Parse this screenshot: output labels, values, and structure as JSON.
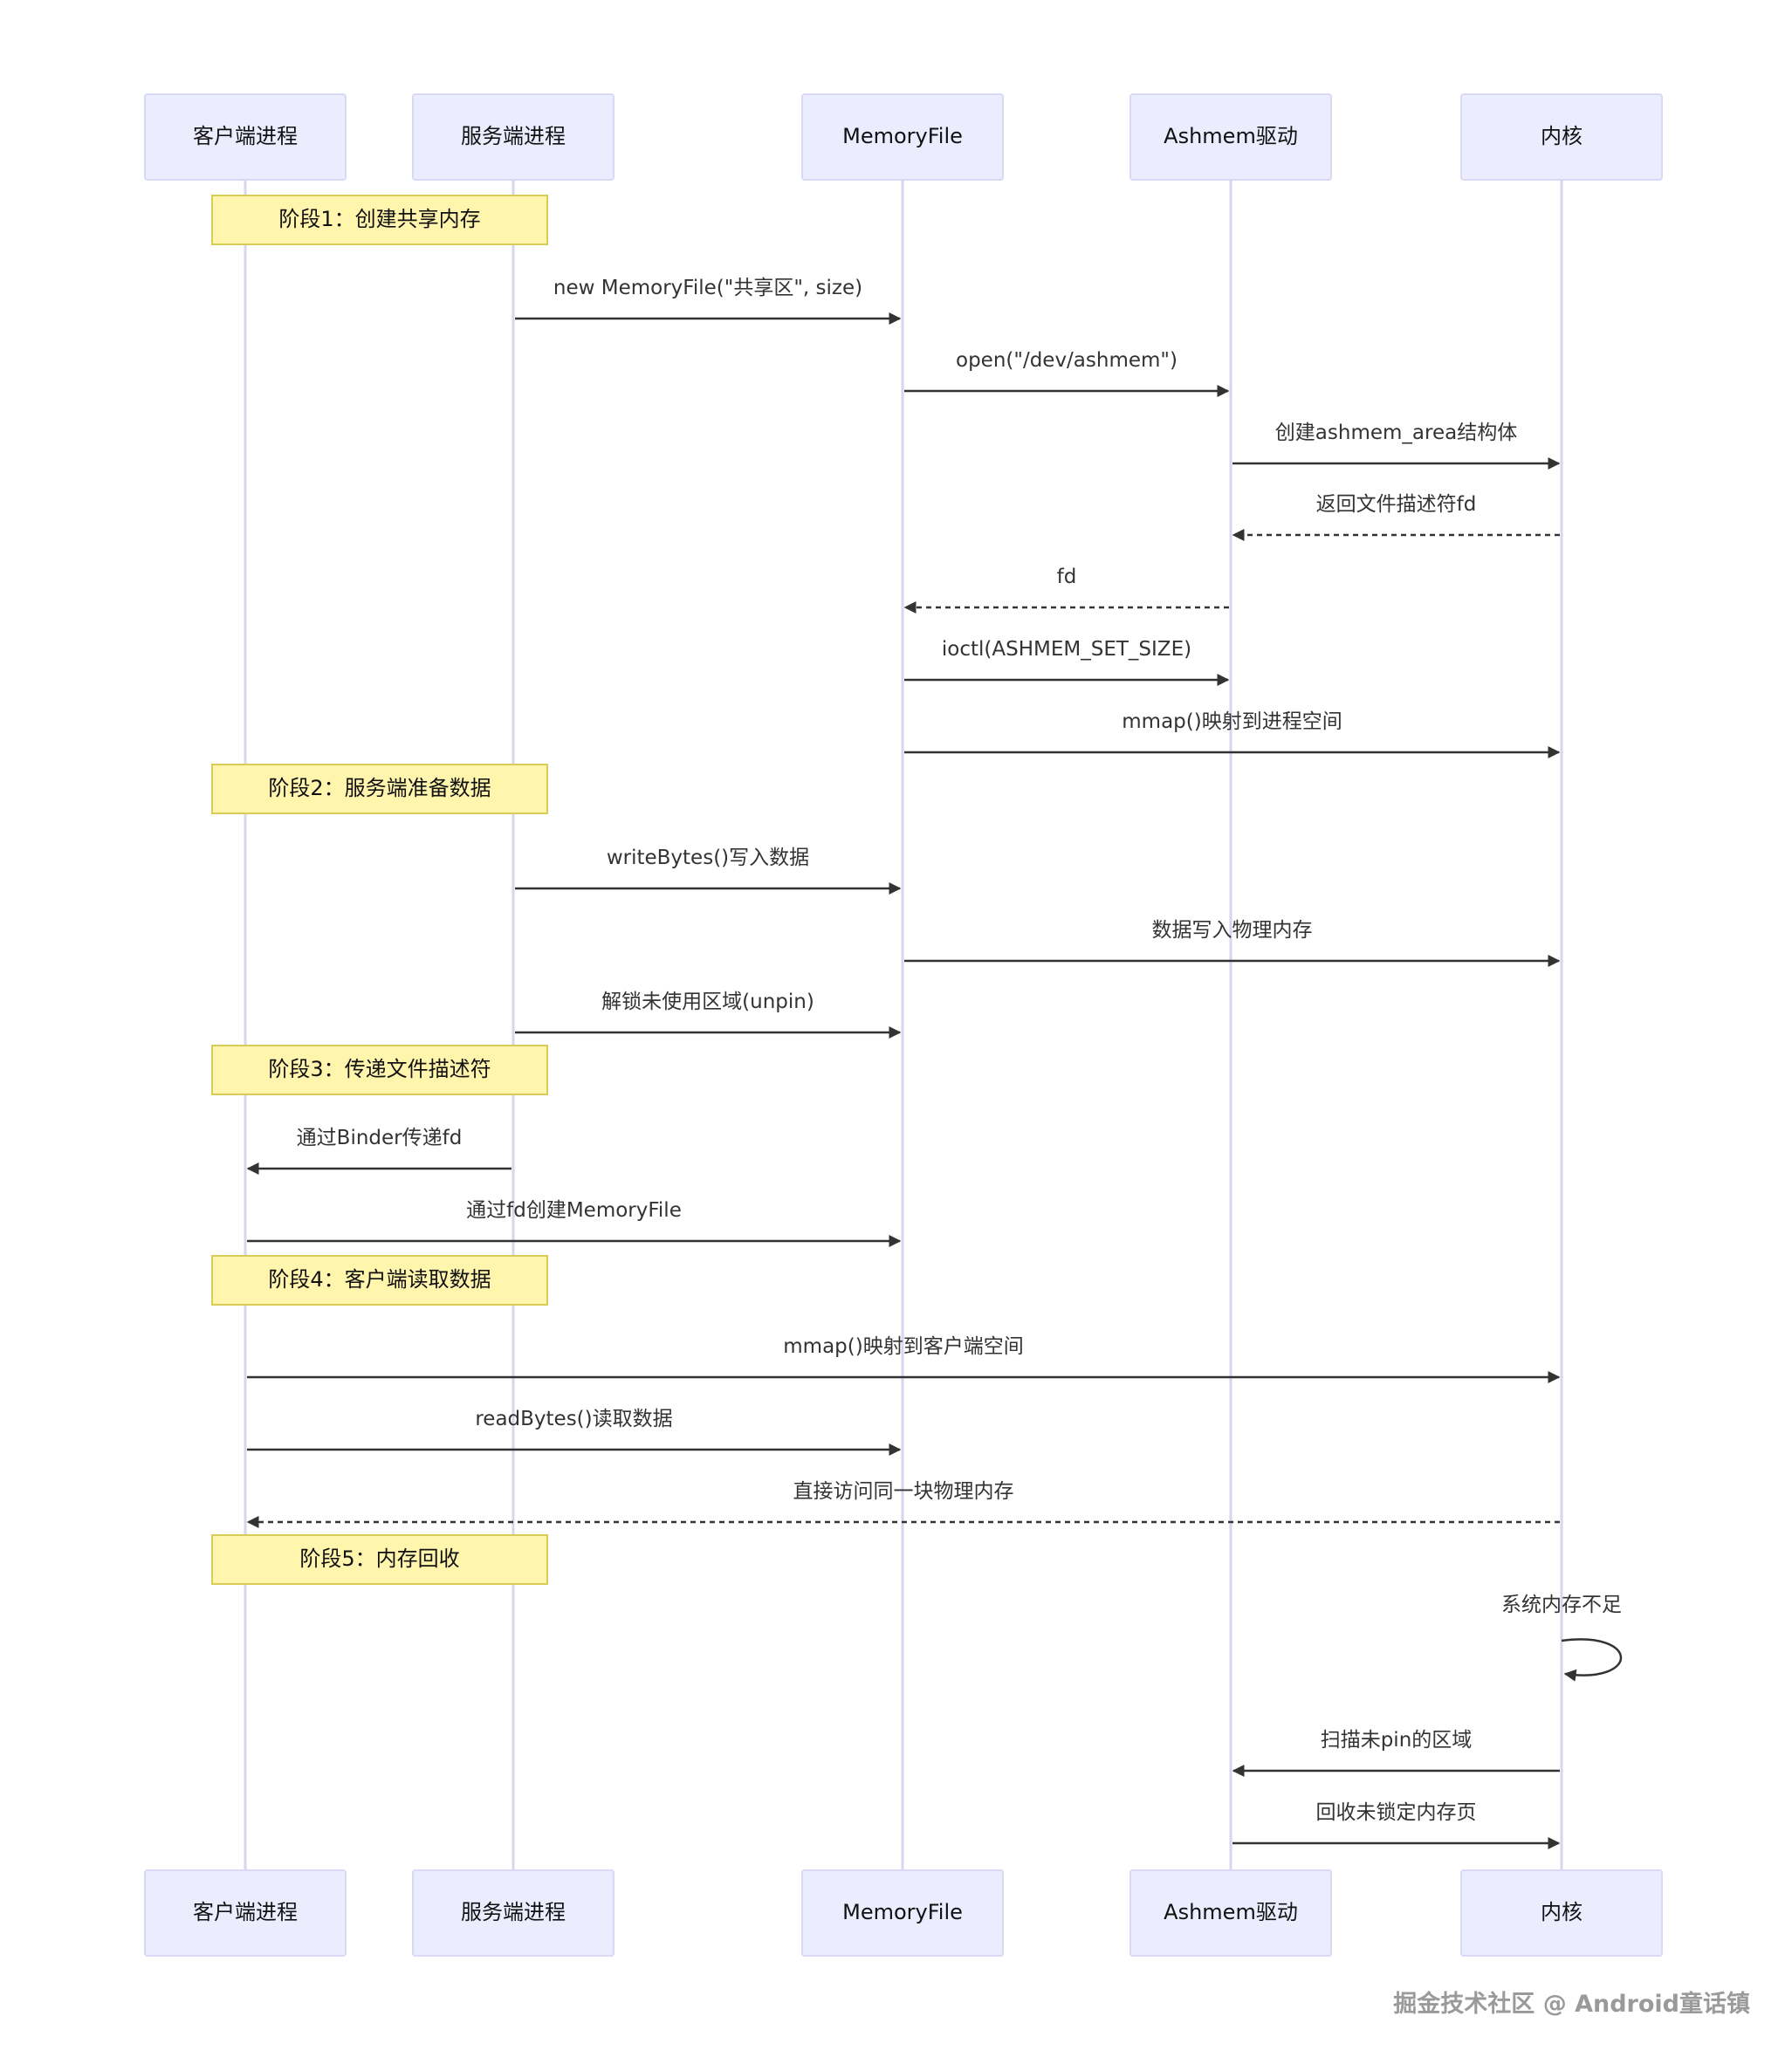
{
  "participants": [
    {
      "id": "client",
      "label": "客户端进程"
    },
    {
      "id": "server",
      "label": "服务端进程"
    },
    {
      "id": "memfile",
      "label": "MemoryFile"
    },
    {
      "id": "ashmem",
      "label": "Ashmem驱动"
    },
    {
      "id": "kernel",
      "label": "内核"
    }
  ],
  "notes": [
    {
      "label": "阶段1：创建共享内存"
    },
    {
      "label": "阶段2：服务端准备数据"
    },
    {
      "label": "阶段3：传递文件描述符"
    },
    {
      "label": "阶段4：客户端读取数据"
    },
    {
      "label": "阶段5：内存回收"
    }
  ],
  "messages": [
    {
      "from": "server",
      "to": "memfile",
      "label": "new MemoryFile(\"共享区\", size)",
      "style": "solid"
    },
    {
      "from": "memfile",
      "to": "ashmem",
      "label": "open(\"/dev/ashmem\")",
      "style": "solid"
    },
    {
      "from": "ashmem",
      "to": "kernel",
      "label": "创建ashmem_area结构体",
      "style": "solid"
    },
    {
      "from": "kernel",
      "to": "ashmem",
      "label": "返回文件描述符fd",
      "style": "dashed"
    },
    {
      "from": "ashmem",
      "to": "memfile",
      "label": "fd",
      "style": "dashed"
    },
    {
      "from": "memfile",
      "to": "ashmem",
      "label": "ioctl(ASHMEM_SET_SIZE)",
      "style": "solid"
    },
    {
      "from": "memfile",
      "to": "kernel",
      "label": "mmap()映射到进程空间",
      "style": "solid"
    },
    {
      "from": "server",
      "to": "memfile",
      "label": "writeBytes()写入数据",
      "style": "solid"
    },
    {
      "from": "memfile",
      "to": "kernel",
      "label": "数据写入物理内存",
      "style": "solid"
    },
    {
      "from": "server",
      "to": "memfile",
      "label": "解锁未使用区域(unpin)",
      "style": "solid"
    },
    {
      "from": "server",
      "to": "client",
      "label": "通过Binder传递fd",
      "style": "solid"
    },
    {
      "from": "client",
      "to": "memfile",
      "label": "通过fd创建MemoryFile",
      "style": "solid"
    },
    {
      "from": "client",
      "to": "kernel",
      "label": "mmap()映射到客户端空间",
      "style": "solid"
    },
    {
      "from": "client",
      "to": "memfile",
      "label": "readBytes()读取数据",
      "style": "solid"
    },
    {
      "from": "kernel",
      "to": "client",
      "label": "直接访问同一块物理内存",
      "style": "dashed"
    },
    {
      "from": "kernel",
      "to": "kernel",
      "label": "系统内存不足",
      "style": "solid"
    },
    {
      "from": "kernel",
      "to": "ashmem",
      "label": "扫描未pin的区域",
      "style": "solid"
    },
    {
      "from": "ashmem",
      "to": "kernel",
      "label": "回收未锁定内存页",
      "style": "solid"
    }
  ],
  "watermark": "掘金技术社区 @ Android童话镇",
  "colors": {
    "actor_fill": "#ececff",
    "note_fill": "#fff5ad",
    "arrow": "#333333"
  }
}
